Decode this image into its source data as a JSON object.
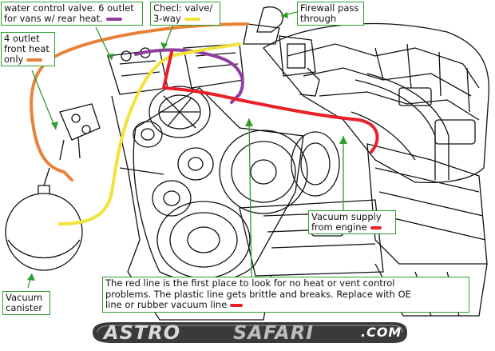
{
  "callouts": {
    "water_valve": {
      "line1": "water control valve. 6 outlet",
      "line2": "for vans w/ rear heat."
    },
    "check_valve": {
      "line1": "Checl: valve/",
      "line2": "3-way"
    },
    "firewall": {
      "line1": "Firewall pass",
      "line2": "through"
    },
    "front_heat": {
      "line1": "4 outlet",
      "line2": "front heat",
      "line3": "only"
    },
    "vacuum_supply": {
      "line1": "Vacuum supply",
      "line2": "from engine"
    },
    "vacuum_canister": {
      "line1": "Vacuum",
      "line2": "canister"
    },
    "red_line_note": {
      "line1": "The red line is the first place to look for no heat or vent control",
      "line2": "problems. The plastic line gets brittle and breaks. Replace with OE",
      "line3": "line or rubber vacuum line"
    }
  },
  "watermark": {
    "part1": "ASTRO",
    "part2": "SAFARI",
    "suffix": ".COM"
  },
  "colors": {
    "red_line": "#e8202a",
    "yellow_line": "#f2e23a",
    "purple_line": "#8e3fa0",
    "orange_line": "#e8823a",
    "green_leader": "#2e9e2e",
    "ink": "#111111"
  }
}
